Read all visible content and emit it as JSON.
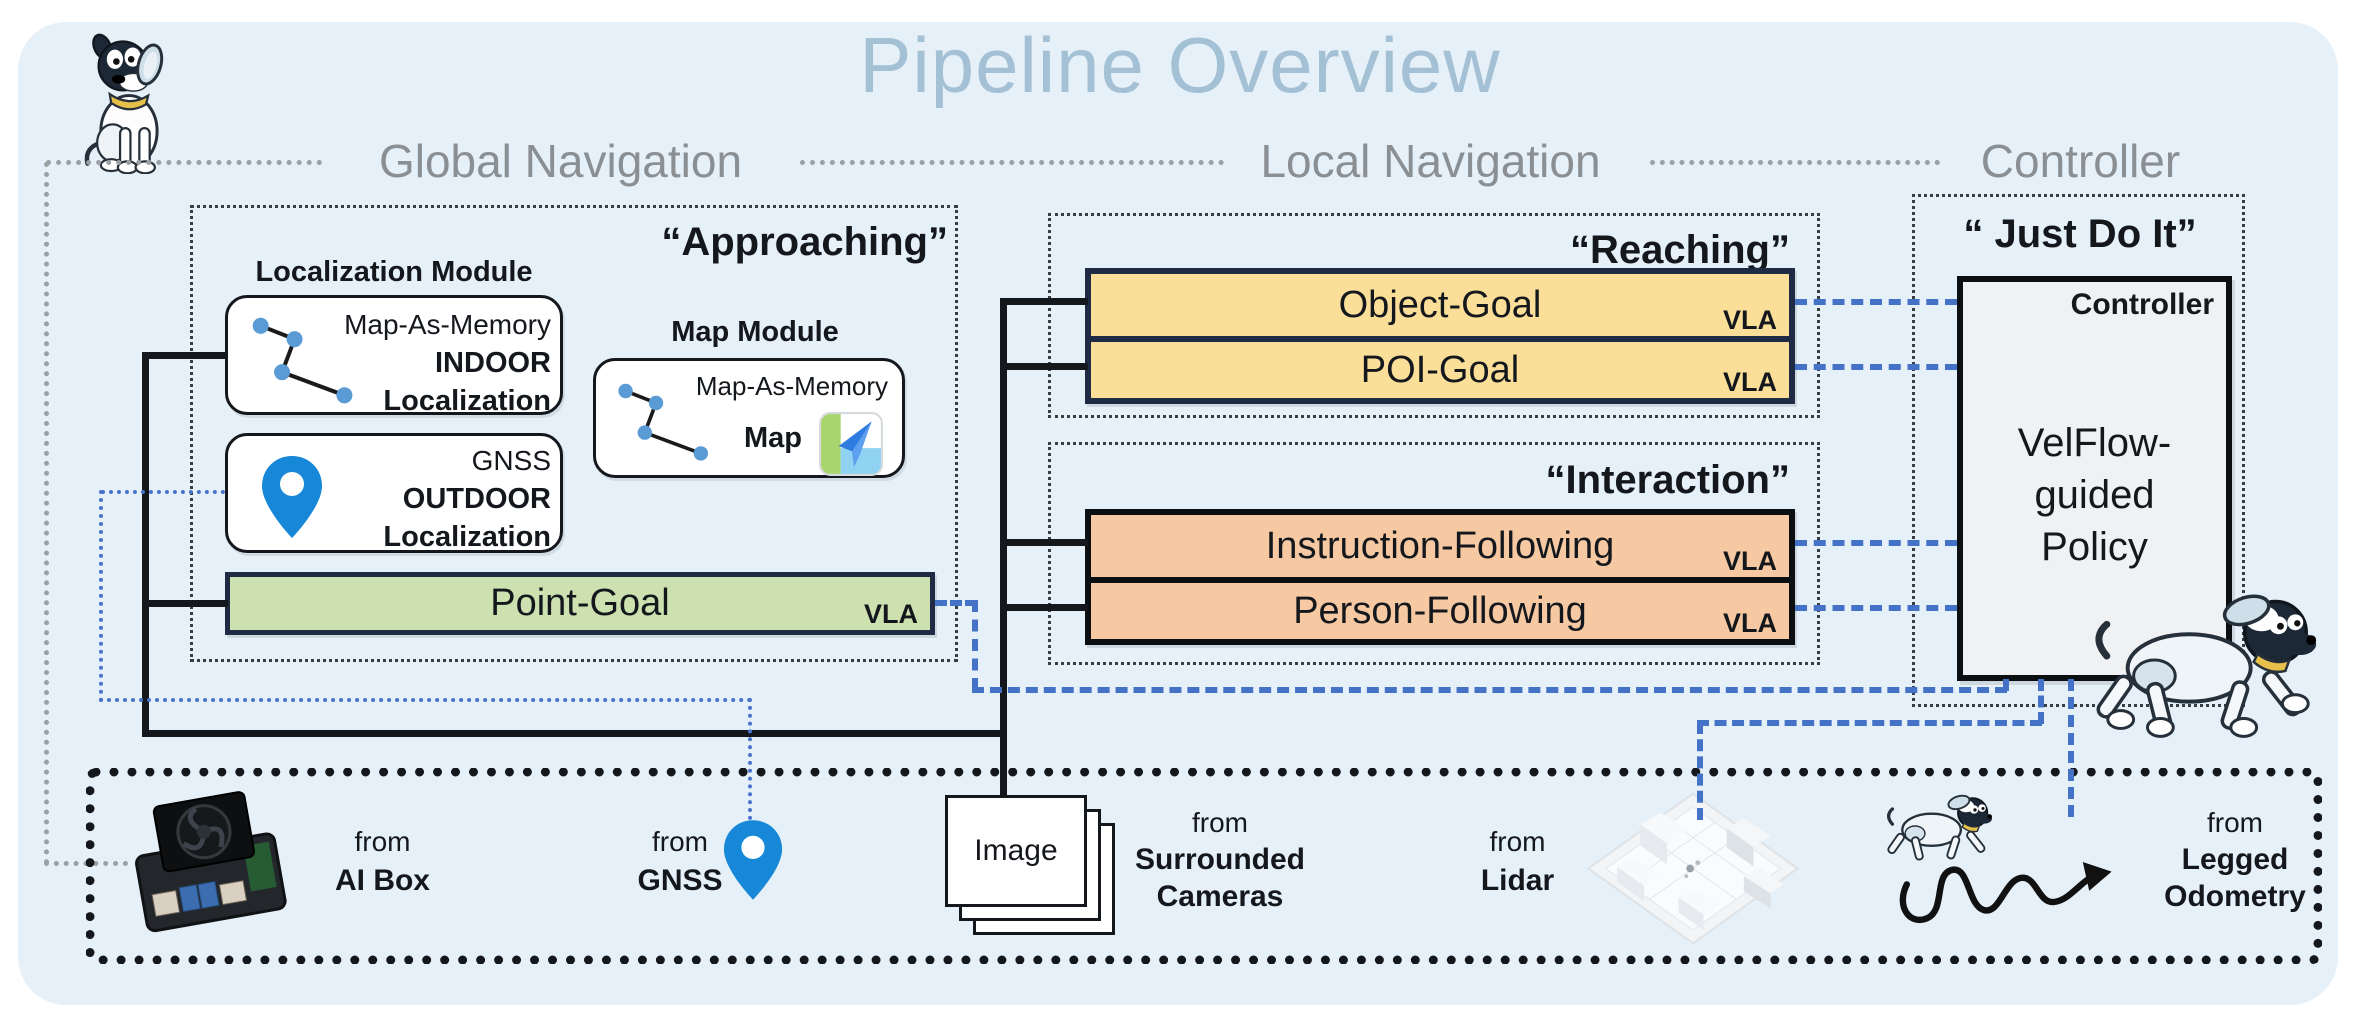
{
  "title": "Pipeline Overview",
  "headers": {
    "global": "Global Navigation",
    "local": "Local Navigation",
    "controller": "Controller"
  },
  "global_nav": {
    "stage_title": "“Approaching”",
    "localization_module_label": "Localization Module",
    "indoor_card": {
      "line1": "Map-As-Memory",
      "line2": "INDOOR",
      "line3": "Localization"
    },
    "map_module_label": "Map Module",
    "map_card": {
      "line1": "Map-As-Memory",
      "line2": "Map"
    },
    "outdoor_card": {
      "line1": "GNSS",
      "line2": "OUTDOOR",
      "line3": "Localization"
    },
    "point_goal": {
      "label": "Point-Goal",
      "badge": "VLA"
    }
  },
  "local_nav": {
    "reaching": {
      "stage_title": "“Reaching”",
      "rows": [
        {
          "label": "Object-Goal",
          "badge": "VLA"
        },
        {
          "label": "POI-Goal",
          "badge": "VLA"
        }
      ]
    },
    "interaction": {
      "stage_title": "“Interaction”",
      "rows": [
        {
          "label": "Instruction-Following",
          "badge": "VLA"
        },
        {
          "label": "Person-Following",
          "badge": "VLA"
        }
      ]
    }
  },
  "controller": {
    "stage_title": "“ Just Do It”",
    "box_label": "Controller",
    "policy": {
      "line1": "VelFlow-",
      "line2": "guided",
      "line3": "Policy"
    }
  },
  "sensor_bar": {
    "ai_box": {
      "from": "from",
      "name": "AI Box"
    },
    "gnss": {
      "from": "from",
      "name": "GNSS"
    },
    "image_stack_label": "Image",
    "cameras": {
      "from": "from",
      "name_line1": "Surrounded",
      "name_line2": "Cameras"
    },
    "lidar": {
      "from": "from",
      "name": "Lidar"
    },
    "legged_odometry": {
      "from": "from",
      "name_line1": "Legged",
      "name_line2": "Odometry"
    }
  },
  "colors": {
    "panel_background": "#e6f0f8",
    "title_blue": "#a3c0d5",
    "header_grey": "#8a8f93",
    "navy_border": "#1f2b45",
    "yellow_bar": "#fbdf99",
    "orange_bar": "#f7c9a3",
    "green_bar": "#cde0b0",
    "blue_dash": "#4472c7",
    "pin_blue": "#1787d8",
    "node_blue": "#5b9bd5"
  },
  "icons": {
    "sitting_robot_dog": "robot-dog-sitting-icon",
    "running_robot_dog": "robot-dog-running-icon",
    "small_running_robot_dog": "robot-dog-odometry-icon",
    "route_graph": "route-graph-icon",
    "location_pin": "location-pin-icon",
    "map_app": "map-app-icon",
    "ai_box_board": "ai-box-board-icon",
    "image_stack": "image-stack-icon",
    "lidar_map": "lidar-map-icon",
    "trajectory_arrow": "trajectory-arrow-icon"
  }
}
